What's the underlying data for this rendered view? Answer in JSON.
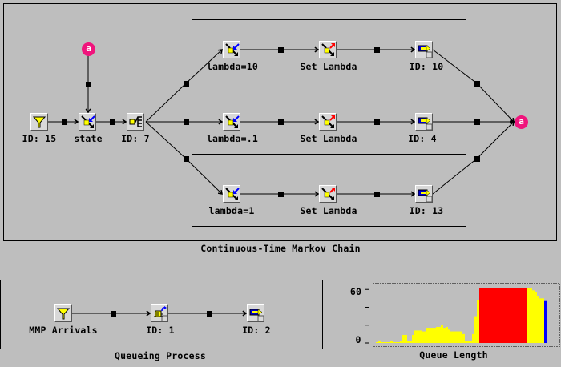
{
  "diagram": {
    "markov_chain": {
      "title": "Continuous-Time Markov Chain",
      "source_node": {
        "label": "ID: 15",
        "icon": "funnel-icon"
      },
      "state_node": {
        "label": "state",
        "icon": "attribute-get-icon"
      },
      "split_node": {
        "label": "ID: 7",
        "icon": "branch-icon"
      },
      "connector_in": {
        "label": "a",
        "icon": "connector-icon"
      },
      "connector_out": {
        "label": "a",
        "icon": "connector-icon"
      },
      "branches": [
        {
          "condition_label": "lambda=10",
          "set_label": "Set Lambda",
          "sink_label": "ID: 10"
        },
        {
          "condition_label": "lambda=.1",
          "set_label": "Set Lambda",
          "sink_label": "ID: 4"
        },
        {
          "condition_label": "lambda=1",
          "set_label": "Set Lambda",
          "sink_label": "ID: 13"
        }
      ]
    },
    "queueing_process": {
      "title": "Queueing Process",
      "source": {
        "label": "MMP Arrivals",
        "icon": "funnel-icon"
      },
      "queue": {
        "label": "ID: 1",
        "icon": "queue-server-icon"
      },
      "sink": {
        "label": "ID: 2",
        "icon": "exit-icon"
      }
    }
  },
  "colors": {
    "background": "#bebebe",
    "connector": "#f0147c",
    "yellow": "#ffff00",
    "red": "#ff0000",
    "blue": "#0000ff"
  },
  "chart_data": {
    "type": "bar",
    "title": "Queue Length",
    "xlabel": "",
    "ylabel": "",
    "ylim": [
      0,
      65
    ],
    "yticks": [
      "0",
      "60"
    ],
    "ytick_values": [
      0,
      60
    ],
    "grid": false,
    "values": [
      0,
      2,
      0,
      0,
      0,
      0,
      2,
      0,
      0,
      0,
      2,
      9,
      9,
      2,
      2,
      9,
      14,
      14,
      14,
      13,
      13,
      17,
      17,
      17,
      17,
      18,
      18,
      20,
      17,
      18,
      15,
      13,
      13,
      13,
      13,
      13,
      10,
      2,
      2,
      2,
      10,
      30,
      48
    ],
    "highlight": {
      "value": 62,
      "from_bin": 43,
      "to_bin": 63,
      "color": "#ff0000"
    },
    "tail_values": [
      62,
      61,
      59,
      57,
      53,
      50,
      50
    ],
    "last_value": {
      "value": 47,
      "color": "#0000ff"
    }
  }
}
